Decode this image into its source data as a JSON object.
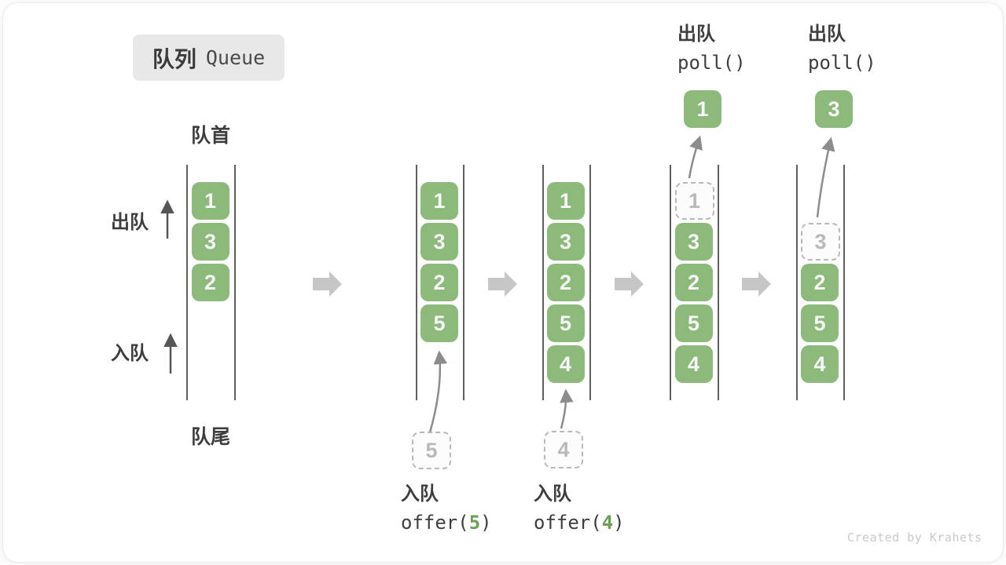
{
  "title": {
    "zh": "队列",
    "en": "Queue"
  },
  "side_labels": {
    "front": "队首",
    "rear": "队尾",
    "dequeue": "出队",
    "enqueue": "入队"
  },
  "watermark": "Created by Krahets",
  "colors": {
    "box_green": "#8cba7b",
    "box_text": "#f8f8f8",
    "ghost_border": "#b8b8b8",
    "ghost_text": "#b9b9b9",
    "accent_green": "#69a052",
    "wall_line": "#5f5f5f",
    "big_arrow": "#c6c6c6",
    "thin_arrow": "#8c8c8c",
    "label_text": "#3e3e3e",
    "title_bg": "#e8e8e8",
    "watermark_text": "#c9c9c9"
  },
  "diagram": {
    "description": "Five successive states of a queue showing enqueue (offer) and dequeue (poll) operations",
    "states": [
      {
        "cells": [
          {
            "slot": 0,
            "value": "1"
          },
          {
            "slot": 1,
            "value": "3"
          },
          {
            "slot": 2,
            "value": "2"
          }
        ]
      },
      {
        "cells": [
          {
            "slot": 0,
            "value": "1"
          },
          {
            "slot": 1,
            "value": "3"
          },
          {
            "slot": 2,
            "value": "2"
          },
          {
            "slot": 3,
            "value": "5"
          }
        ],
        "incoming": {
          "value": "5"
        },
        "op_bottom": {
          "zh": "入队",
          "code_prefix": "offer(",
          "code_arg": "5",
          "code_suffix": ")"
        }
      },
      {
        "cells": [
          {
            "slot": 0,
            "value": "1"
          },
          {
            "slot": 1,
            "value": "3"
          },
          {
            "slot": 2,
            "value": "2"
          },
          {
            "slot": 3,
            "value": "5"
          },
          {
            "slot": 4,
            "value": "4"
          }
        ],
        "incoming": {
          "value": "4"
        },
        "op_bottom": {
          "zh": "入队",
          "code_prefix": "offer(",
          "code_arg": "4",
          "code_suffix": ")"
        }
      },
      {
        "cells": [
          {
            "slot": 0,
            "value": "1",
            "ghost": true
          },
          {
            "slot": 1,
            "value": "3"
          },
          {
            "slot": 2,
            "value": "2"
          },
          {
            "slot": 3,
            "value": "5"
          },
          {
            "slot": 4,
            "value": "4"
          }
        ],
        "outgoing": {
          "value": "1"
        },
        "op_top": {
          "zh": "出队",
          "code": "poll()"
        }
      },
      {
        "cells": [
          {
            "slot": 1,
            "value": "3",
            "ghost": true
          },
          {
            "slot": 2,
            "value": "2"
          },
          {
            "slot": 3,
            "value": "5"
          },
          {
            "slot": 4,
            "value": "4"
          }
        ],
        "outgoing": {
          "value": "3"
        },
        "op_top": {
          "zh": "出队",
          "code": "poll()"
        }
      }
    ]
  }
}
